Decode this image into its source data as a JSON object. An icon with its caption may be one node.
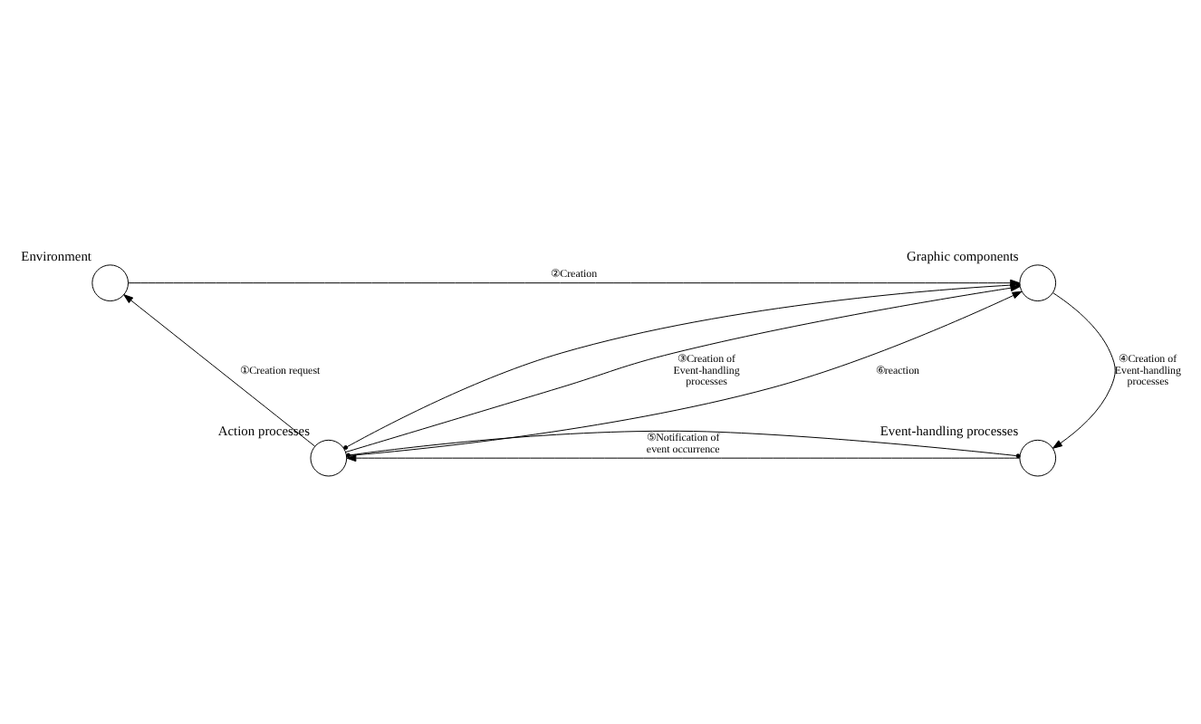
{
  "diagram": {
    "nodes": [
      {
        "text": [
          "Environment"
        ]
      },
      {
        "text": [
          "Graphic components"
        ]
      },
      {
        "text": [
          "Action processes"
        ]
      },
      {
        "text": [
          "Event-handling processes"
        ]
      }
    ],
    "edges": [
      {
        "from": 2,
        "to": 0,
        "arrow": "to",
        "label": "①Creation request"
      },
      {
        "from": 0,
        "to": 1,
        "arrow": "to",
        "label": "②Creation"
      },
      {
        "from": 2,
        "to": 1,
        "arrow": "other"
      },
      {
        "from": 2,
        "to": 1,
        "arrow": "to",
        "label": "③Creation of Event-handling processes"
      },
      {
        "from": 2,
        "to": 1,
        "arrow": "to",
        "label": "⑥reaction"
      },
      {
        "from": 1,
        "to": 3,
        "arrow": "to",
        "label": "④Creation of Event-handling processes"
      },
      {
        "from": 3,
        "to": 2,
        "arrow": "other"
      },
      {
        "from": 3,
        "to": 2,
        "arrow": "to",
        "label": "⑤Notification of event occurrence"
      }
    ]
  }
}
